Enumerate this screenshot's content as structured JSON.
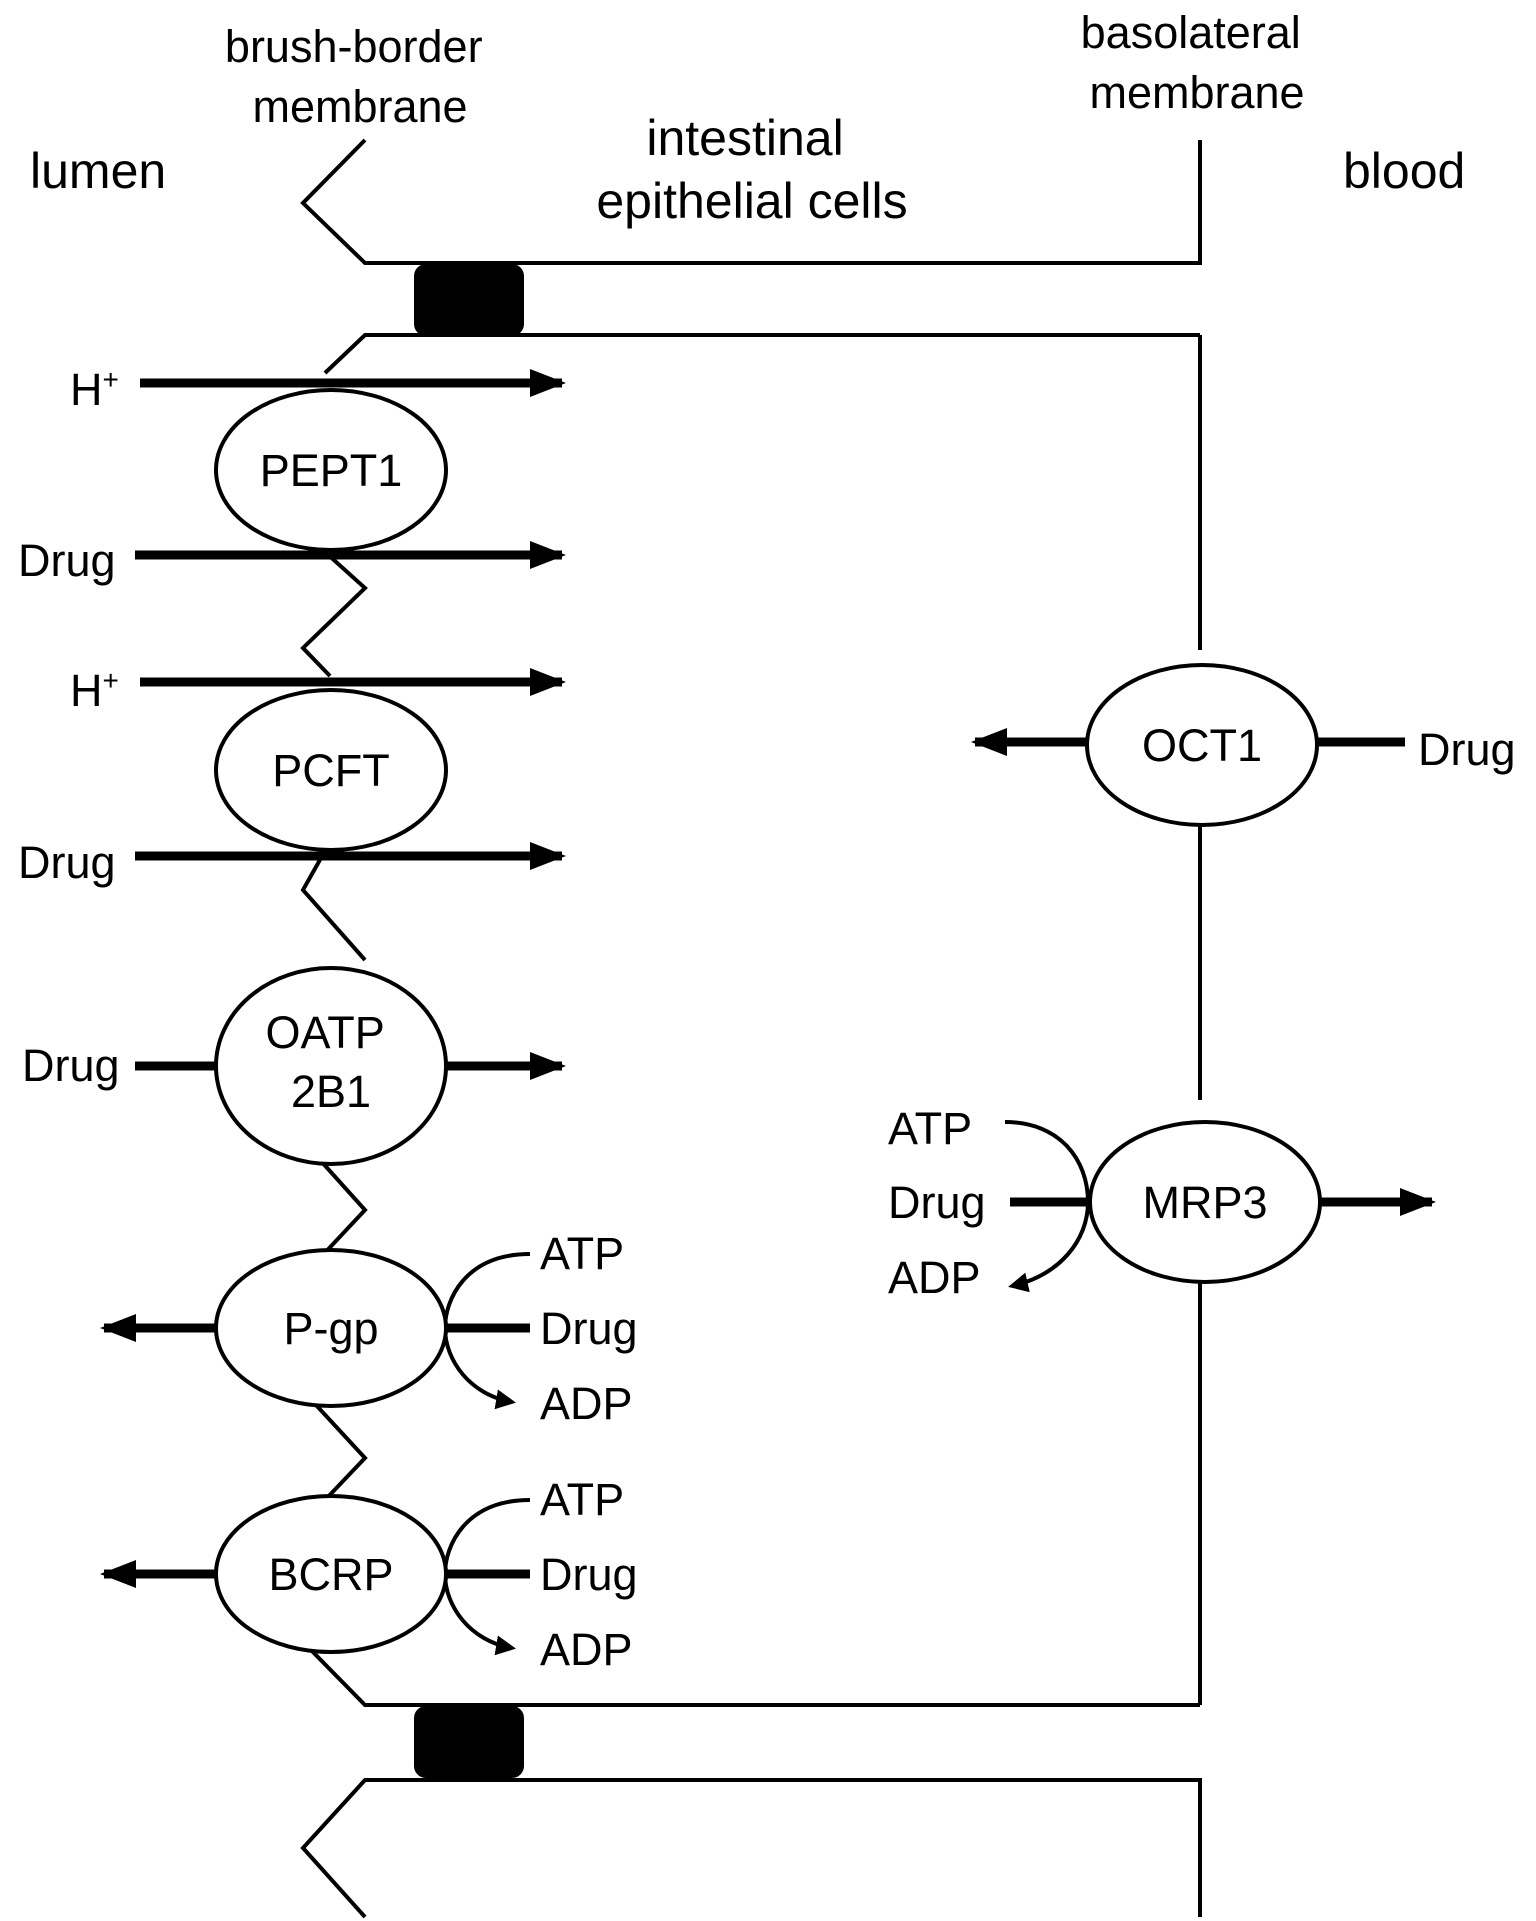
{
  "regions": {
    "lumen": "lumen",
    "brush_border": [
      "brush-border",
      "membrane"
    ],
    "epithelial": [
      "intestinal",
      "epithelial cells"
    ],
    "basolateral": [
      "basolateral",
      "membrane"
    ],
    "blood": "blood"
  },
  "transporters": {
    "pept1": {
      "name": "PEPT1",
      "ion": "H",
      "ion_sup": "+",
      "substrate": "Drug"
    },
    "pcft": {
      "name": "PCFT",
      "ion": "H",
      "ion_sup": "+",
      "substrate": "Drug"
    },
    "oatp2b1": {
      "name": [
        "OATP",
        "2B1"
      ],
      "substrate": "Drug"
    },
    "pgp": {
      "name": "P-gp",
      "atp": "ATP",
      "substrate": "Drug",
      "adp": "ADP"
    },
    "bcrp": {
      "name": "BCRP",
      "atp": "ATP",
      "substrate": "Drug",
      "adp": "ADP"
    },
    "oct1": {
      "name": "OCT1",
      "substrate": "Drug"
    },
    "mrp3": {
      "name": "MRP3",
      "atp": "ATP",
      "substrate": "Drug",
      "adp": "ADP"
    }
  },
  "colors": {
    "ink": "#000000",
    "background": "#ffffff"
  }
}
